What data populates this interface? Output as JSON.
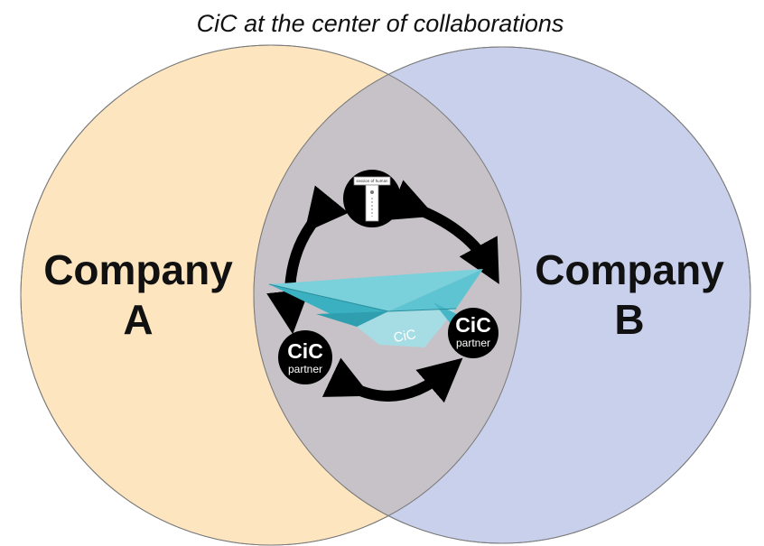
{
  "title": "CiC at the center of collaborations",
  "company_a": {
    "line1": "Company",
    "line2": "A"
  },
  "company_b": {
    "line1": "Company",
    "line2": "B"
  },
  "badge": {
    "logo": "CiC",
    "sub": "partner"
  },
  "plane_label": "CiC",
  "scroll_label": "session of human",
  "colors": {
    "circle_a": "#fde6bf",
    "circle_b": "#c8d0ec",
    "overlap": "#c6c2c7",
    "arrow": "#000000",
    "plane": "#45b8c9"
  },
  "icons": [
    "cycle-arrow-icon",
    "paper-plane-icon",
    "scroll-icon"
  ]
}
